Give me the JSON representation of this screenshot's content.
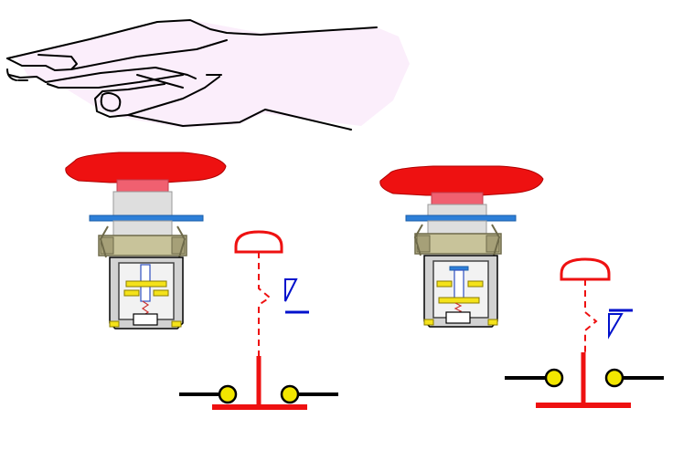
{
  "title": "",
  "colors": {
    "background": "#ffffff",
    "palm_fill": "#fbeefb",
    "outline": "#000000",
    "mushroom_red": "#ee1111",
    "mushroom_shadow": "#c80000",
    "plunger_pink": "#f06070",
    "shaft_gray": "#d8d8d8",
    "mount_blue": "#2d7fd8",
    "nut_khaki": "#c8c39a",
    "nut_dark": "#8c875f",
    "housing_gray": "#dcdcdc",
    "housing_dark": "#707070",
    "contact_yellow": "#f4e21a",
    "symbol_red": "#ee1111",
    "symbol_blue": "#0011cc",
    "terminal_yellow": "#f2e600",
    "wire_black": "#000000"
  },
  "diagram": {
    "components": [
      {
        "id": "hand",
        "kind": "hand",
        "icon": "pressing-hand"
      },
      {
        "id": "button_released",
        "kind": "emergency-stop-button",
        "state": "released",
        "contacts": "closed"
      },
      {
        "id": "symbol_released",
        "kind": "switch-symbol",
        "state": "closed",
        "contact_type": "normally-closed"
      },
      {
        "id": "button_pressed",
        "kind": "emergency-stop-button",
        "state": "pressed",
        "contacts": "open"
      },
      {
        "id": "symbol_pressed",
        "kind": "switch-symbol",
        "state": "open",
        "contact_type": "normally-closed"
      }
    ]
  }
}
